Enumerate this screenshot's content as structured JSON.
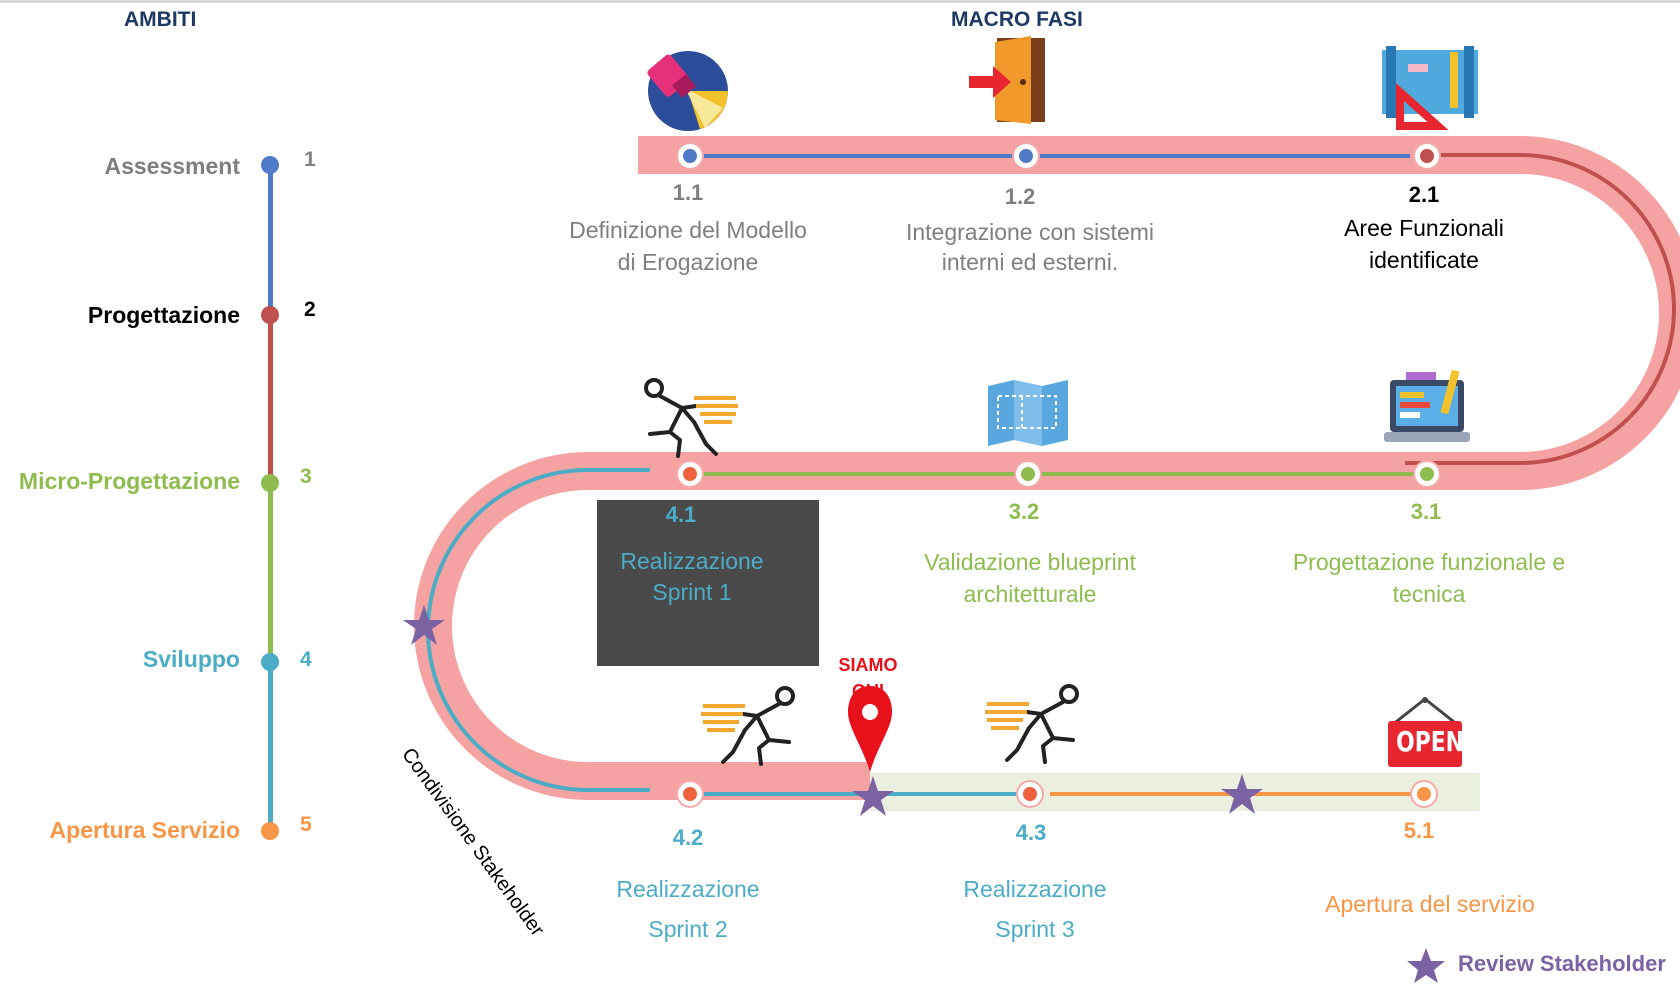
{
  "headers": {
    "ambiti": "AMBITI",
    "macro_fasi": "MACRO FASI"
  },
  "ambiti": [
    {
      "label": "Assessment",
      "number": "1",
      "color": "#4e7ac7",
      "label_color": "#7f7f7f"
    },
    {
      "label": "Progettazione",
      "number": "2",
      "color": "#c0504d",
      "label_color": "#000000"
    },
    {
      "label": "Micro-Progettazione",
      "number": "3",
      "color": "#8fbc4e",
      "label_color": "#8fbc4e"
    },
    {
      "label": "Sviluppo",
      "number": "4",
      "color": "#4bacc6",
      "label_color": "#4bacc6"
    },
    {
      "label": "Apertura Servizio",
      "number": "5",
      "color": "#f79646",
      "label_color": "#f79646"
    }
  ],
  "phases": {
    "p1_1": {
      "number": "1.1",
      "line1": "Definizione del Modello",
      "line2": "di Erogazione",
      "icon": "flashlight-icon"
    },
    "p1_2": {
      "number": "1.2",
      "line1": "Integrazione con sistemi",
      "line2": "interni ed esterni.",
      "icon": "door-enter-icon"
    },
    "p2_1": {
      "number": "2.1",
      "line1": "Aree Funzionali",
      "line2": "identificate",
      "icon": "blueprint-tools-icon"
    },
    "p3_1": {
      "number": "3.1",
      "line1": "Progettazione funzionale e",
      "line2": "tecnica",
      "icon": "laptop-design-icon"
    },
    "p3_2": {
      "number": "3.2",
      "line1": "Validazione blueprint",
      "line2": "architetturale",
      "icon": "map-blueprint-icon"
    },
    "p4_1": {
      "number": "4.1",
      "line1": "Realizzazione",
      "line2": "Sprint 1",
      "icon": "sprinter-icon"
    },
    "p4_2": {
      "number": "4.2",
      "line1": "Realizzazione",
      "line2": "Sprint 2",
      "icon": "sprinter-icon"
    },
    "p4_3": {
      "number": "4.3",
      "line1": "Realizzazione",
      "line2": "Sprint 3",
      "icon": "sprinter-icon"
    },
    "p5_1": {
      "number": "5.1",
      "line1": "Apertura del servizio",
      "icon": "open-sign-icon"
    }
  },
  "marker": {
    "line1": "SIAMO",
    "line2": "QUI",
    "icon": "map-pin-icon"
  },
  "open_sign_text": "OPEN",
  "side_label": "Condivisione Stakeholder",
  "legend": {
    "label": "Review Stakeholder",
    "icon": "star-icon"
  },
  "colors": {
    "road": "#f5a3a2",
    "assessment": "#4e7ac7",
    "progettazione": "#c0504d",
    "micro": "#8fbc4e",
    "sviluppo": "#4bacc6",
    "apertura": "#f79646",
    "star": "#7b62a3",
    "highlight": "#ebefe0"
  }
}
